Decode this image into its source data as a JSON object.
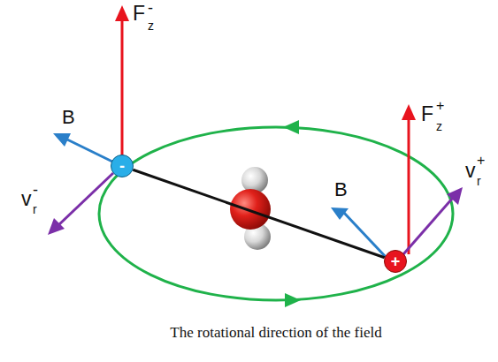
{
  "diagram": {
    "caption": "The rotational direction of the field",
    "nodes": [
      {
        "text": [
          "-"
        ]
      },
      {
        "text": [
          "+"
        ]
      }
    ],
    "edges": [
      {
        "from": 0,
        "to": 1,
        "arrow": "none"
      }
    ],
    "labels": [
      "F",
      "z",
      "-",
      "F",
      "z",
      "+",
      "B",
      "B",
      "v",
      "r",
      "-",
      "v",
      "r",
      "+"
    ]
  }
}
